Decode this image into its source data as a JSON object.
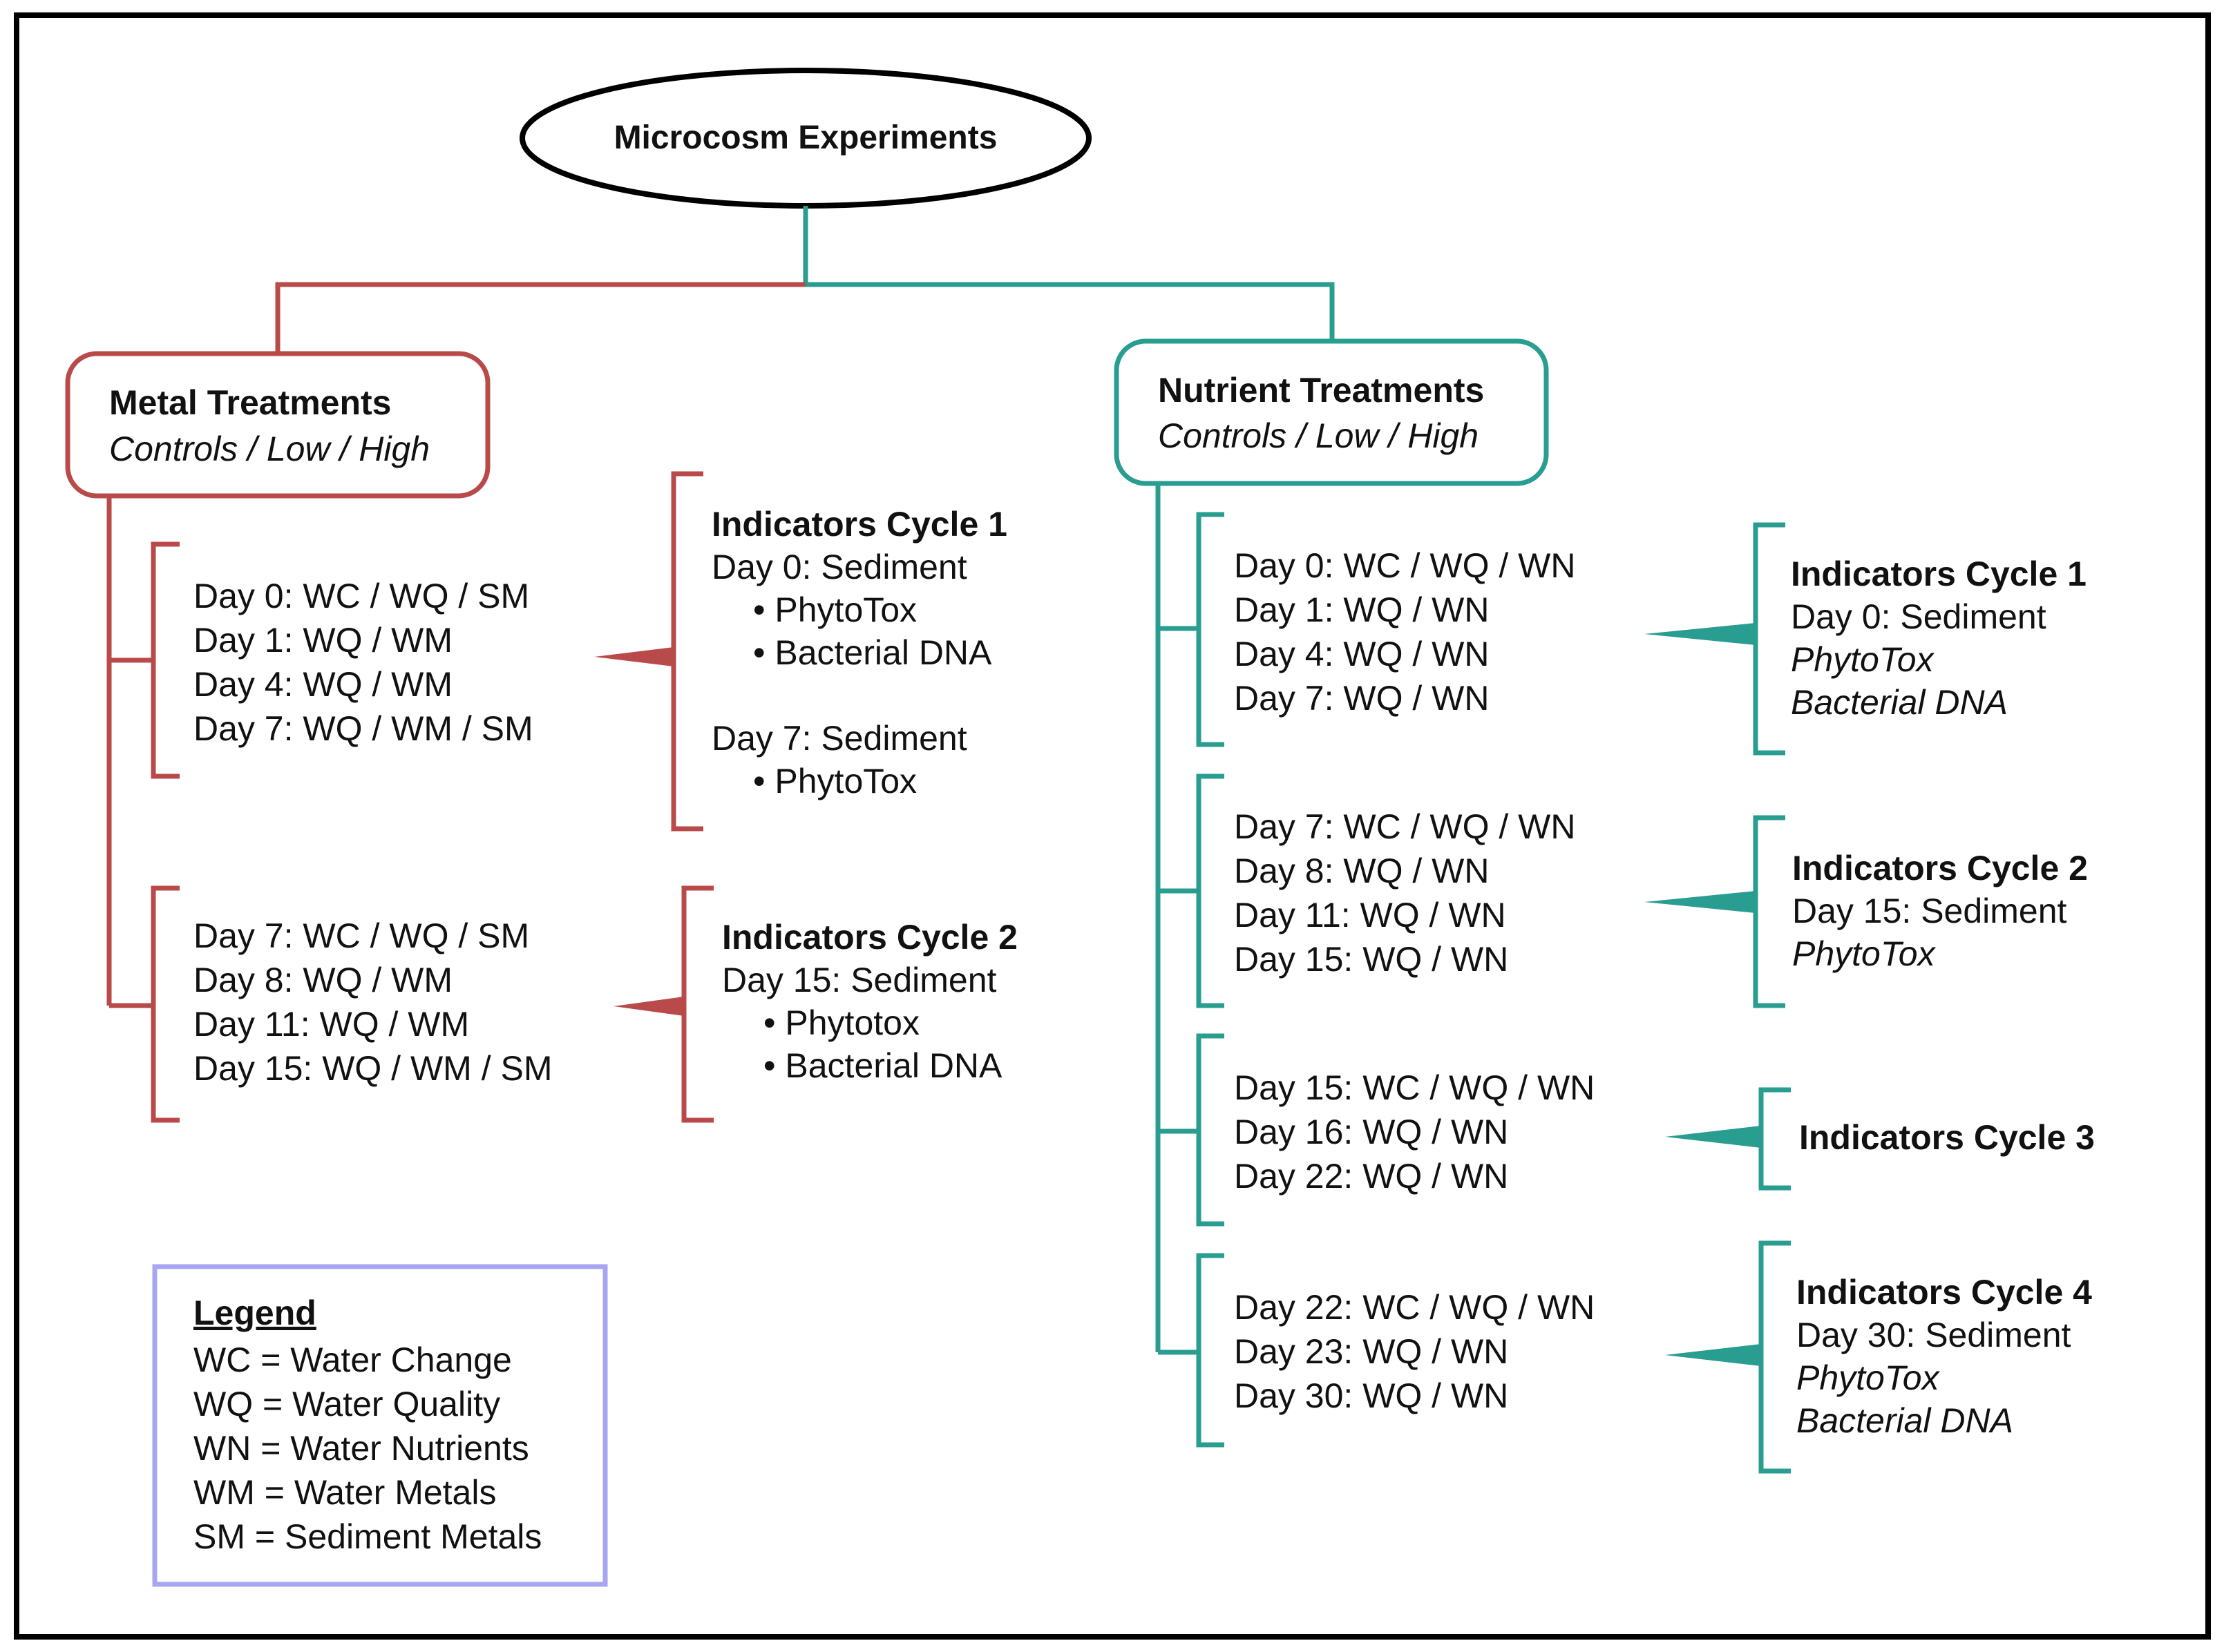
{
  "colors": {
    "metal": "#b94a4a",
    "nutrient": "#2a9d91",
    "legend_border": "#a8a6f2",
    "text": "#111111",
    "frame": "#000000"
  },
  "root": {
    "label": "Microcosm Experiments"
  },
  "metal": {
    "title": "Metal Treatments",
    "subtitle": "Controls / Low / High",
    "groups": [
      {
        "lines": [
          "Day 0: WC / WQ / SM",
          "Day 1: WQ / WM",
          "Day 4: WQ / WM",
          "Day 7: WQ / WM / SM"
        ],
        "indicator": {
          "title": "Indicators Cycle 1",
          "lines": [
            "Day 0: Sediment",
            "• PhytoTox",
            "• Bacterial DNA",
            "",
            "Day 7: Sediment",
            "• PhytoTox"
          ]
        }
      },
      {
        "lines": [
          "Day 7: WC / WQ / SM",
          "Day 8: WQ / WM",
          "Day 11: WQ / WM",
          "Day 15: WQ / WM / SM"
        ],
        "indicator": {
          "title": "Indicators Cycle 2",
          "lines": [
            "Day 15: Sediment",
            "• Phytotox",
            "• Bacterial DNA"
          ]
        }
      }
    ]
  },
  "nutrient": {
    "title": "Nutrient Treatments",
    "subtitle": "Controls / Low / High",
    "groups": [
      {
        "lines": [
          "Day 0: WC / WQ / WN",
          "Day 1: WQ / WN",
          "Day 4: WQ / WN",
          "Day 7: WQ / WN"
        ],
        "indicator": {
          "title": "Indicators Cycle 1",
          "lines": [
            "Day 0: Sediment",
            "PhytoTox",
            "Bacterial DNA"
          ]
        }
      },
      {
        "lines": [
          "Day 7: WC / WQ / WN",
          "Day 8: WQ / WN",
          "Day 11: WQ / WN",
          "Day 15: WQ / WN"
        ],
        "indicator": {
          "title": "Indicators Cycle 2",
          "lines": [
            "Day 15: Sediment",
            "PhytoTox"
          ]
        }
      },
      {
        "lines": [
          "Day 15: WC / WQ / WN",
          "Day 16: WQ / WN",
          "Day 22: WQ / WN"
        ],
        "indicator": {
          "title": "Indicators Cycle 3",
          "lines": []
        }
      },
      {
        "lines": [
          "Day 22: WC / WQ / WN",
          "Day 23: WQ / WN",
          "Day 30: WQ / WN"
        ],
        "indicator": {
          "title": "Indicators Cycle 4",
          "lines": [
            "Day 30: Sediment",
            "PhytoTox",
            "Bacterial DNA"
          ]
        }
      }
    ]
  },
  "legend": {
    "title": "Legend",
    "items": [
      "WC = Water Change",
      "WQ = Water Quality",
      "WN = Water Nutrients",
      "WM = Water Metals",
      "SM = Sediment Metals"
    ]
  }
}
